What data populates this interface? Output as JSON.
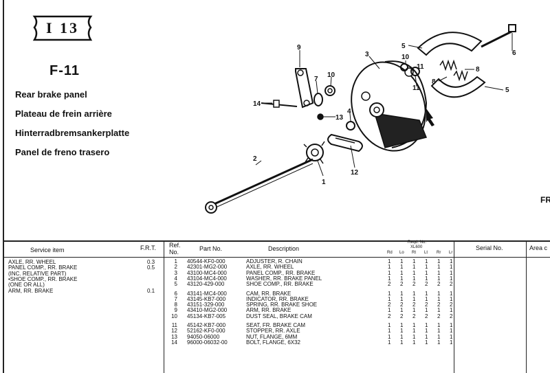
{
  "page_badge": "I 13",
  "figure_code": "F-11",
  "titles": [
    "Rear brake panel",
    "Plateau de frein arrière",
    "Hinterradbremsankerplatte",
    "Panel de freno trasero"
  ],
  "edge_text": "FR",
  "callouts": [
    "1",
    "2",
    "3",
    "4",
    "5",
    "5",
    "6",
    "7",
    "8",
    "8",
    "9",
    "10",
    "10",
    "11",
    "11",
    "12",
    "13",
    "14"
  ],
  "service": {
    "header_item": "Service item",
    "header_frt": "F.R.T.",
    "rows": [
      {
        "item": "AXLE, RR. WHEEL",
        "frt": "0.3"
      },
      {
        "item": "PANEL COMP., RR. BRAKE",
        "frt": "0.5"
      },
      {
        "item": "(INC. RELATIVE PART)",
        "frt": ""
      },
      {
        "item": "•SHOE COMP., RR. BRAKE",
        "frt": ""
      },
      {
        "item": "(ONE OR ALL)",
        "frt": ""
      },
      {
        "item": "ARM, RR. BRAKE",
        "frt": "0.1"
      }
    ]
  },
  "parts": {
    "header_ref": "Ref. No.",
    "header_ref1": "Ref.",
    "header_ref2": "No.",
    "header_part": "Part No.",
    "header_desc": "Description",
    "header_reqd": "Reqd. No.",
    "header_model": "XL600",
    "header_cols": [
      "Rd",
      "Lo",
      "Rt",
      "Lt",
      "Rr",
      "Lr"
    ],
    "header_serial": "Serial No.",
    "header_area": "Area c",
    "rows": [
      {
        "ref": "1",
        "part": "40544-KF0-000",
        "desc": "ADJUSTER, R. CHAIN",
        "q": [
          "1",
          "1",
          "1",
          "1",
          "1",
          "1"
        ]
      },
      {
        "ref": "2",
        "part": "42301-MG2-000",
        "desc": "AXLE, RR. WHEEL",
        "q": [
          "1",
          "1",
          "1",
          "1",
          "1",
          "1"
        ]
      },
      {
        "ref": "3",
        "part": "43100-MC4-000",
        "desc": "PANEL COMP., RR. BRAKE",
        "q": [
          "1",
          "1",
          "1",
          "1",
          "1",
          "1"
        ]
      },
      {
        "ref": "4",
        "part": "43104-MC4-000",
        "desc": "WASHER, RR. BRAKE PANEL",
        "q": [
          "1",
          "1",
          "1",
          "1",
          "1",
          "1"
        ]
      },
      {
        "ref": "5",
        "part": "43120-429-000",
        "desc": "SHOE COMP., RR. BRAKE",
        "q": [
          "2",
          "2",
          "2",
          "2",
          "2",
          "2"
        ]
      },
      {
        "ref": "6",
        "part": "43141-MC4-000",
        "desc": "CAM, RR. BRAKE",
        "q": [
          "1",
          "1",
          "1",
          "1",
          "1",
          "1"
        ]
      },
      {
        "ref": "7",
        "part": "43145-KB7-000",
        "desc": "INDICATOR, RR. BRAKE",
        "q": [
          "1",
          "1",
          "1",
          "1",
          "1",
          "1"
        ]
      },
      {
        "ref": "8",
        "part": "43151-329-000",
        "desc": "SPRING, RR. BRAKE SHOE",
        "q": [
          "2",
          "2",
          "2",
          "2",
          "2",
          "2"
        ]
      },
      {
        "ref": "9",
        "part": "43410-MG2-000",
        "desc": "ARM, RR. BRAKE",
        "q": [
          "1",
          "1",
          "1",
          "1",
          "1",
          "1"
        ]
      },
      {
        "ref": "10",
        "part": "45134-KB7-005",
        "desc": "DUST SEAL, BRAKE CAM",
        "q": [
          "2",
          "2",
          "2",
          "2",
          "2",
          "2"
        ]
      },
      {
        "ref": "11",
        "part": "45142-KB7-000",
        "desc": "SEAT, FR. BRAKE CAM",
        "q": [
          "1",
          "1",
          "1",
          "1",
          "1",
          "1"
        ]
      },
      {
        "ref": "12",
        "part": "52162-KF0-000",
        "desc": "STOPPER, RR. AXLE",
        "q": [
          "1",
          "1",
          "1",
          "1",
          "1",
          "1"
        ]
      },
      {
        "ref": "13",
        "part": "94050-06000",
        "desc": "NUT, FLANGE, 6MM",
        "q": [
          "1",
          "1",
          "1",
          "1",
          "1",
          "1"
        ]
      },
      {
        "ref": "14",
        "part": "96000-06032-00",
        "desc": "BOLT, FLANGE, 6X32",
        "q": [
          "1",
          "1",
          "1",
          "1",
          "1",
          "1"
        ]
      }
    ]
  }
}
